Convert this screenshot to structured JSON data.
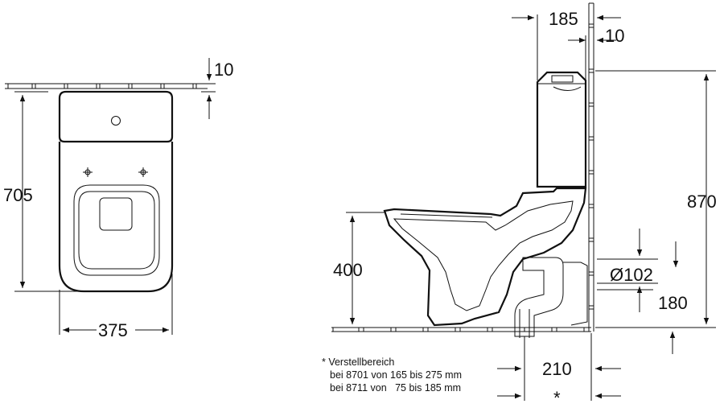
{
  "top_view": {
    "dim_depth": "705",
    "dim_width": "375",
    "dim_gap": "10"
  },
  "side_view": {
    "dim_tank_depth": "185",
    "dim_gap": "10",
    "dim_total_height": "870",
    "dim_seat_height": "400",
    "dim_outlet_diameter": "Ø102",
    "dim_outlet_height": "180",
    "dim_outlet_distance": "210",
    "dim_asterisk": "*"
  },
  "note": {
    "line1": "* Verstellbereich",
    "line2": "bei 8701 von 165 bis 275 mm",
    "line3": "bei 8711 von   75 bis 185 mm"
  }
}
